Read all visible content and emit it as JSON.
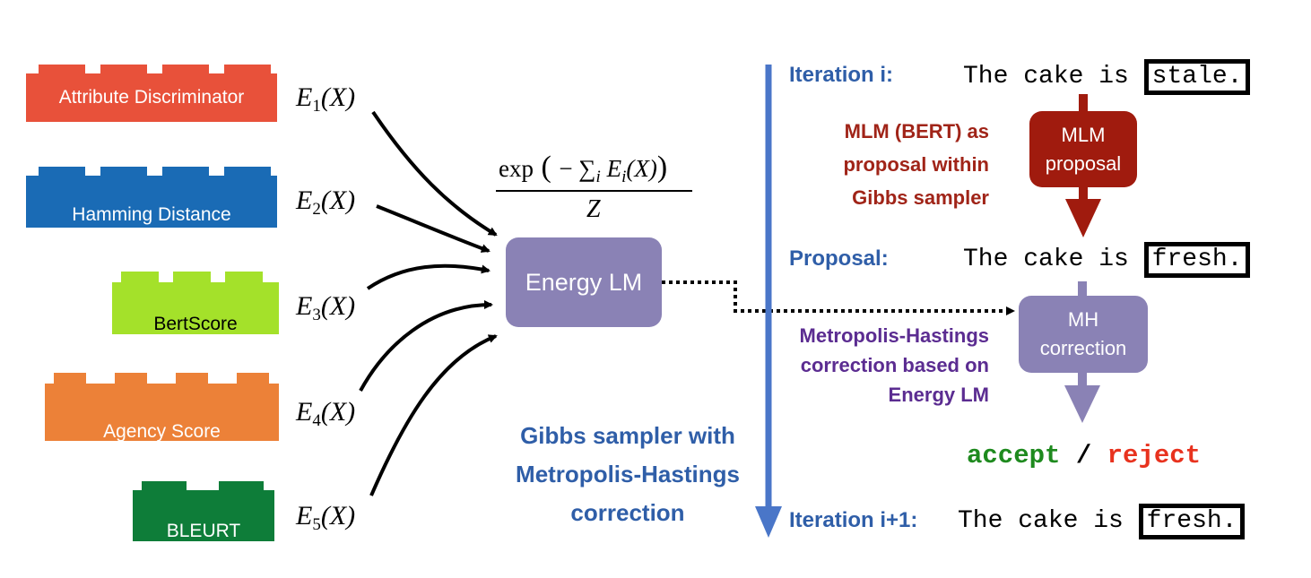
{
  "bricks": [
    {
      "label": "Attribute Discriminator",
      "color": "#e8513a"
    },
    {
      "label": "Hamming Distance",
      "color": "#1a6bb5"
    },
    {
      "label": "BertScore",
      "color": "#a4e12a"
    },
    {
      "label": "Agency Score",
      "color": "#ec8138"
    },
    {
      "label": "BLEURT",
      "color": "#0e7d39"
    }
  ],
  "energies": [
    {
      "E": "E",
      "sub": "1",
      "arg": "(X)"
    },
    {
      "E": "E",
      "sub": "2",
      "arg": "(X)"
    },
    {
      "E": "E",
      "sub": "3",
      "arg": "(X)"
    },
    {
      "E": "E",
      "sub": "4",
      "arg": "(X)"
    },
    {
      "E": "E",
      "sub": "5",
      "arg": "(X)"
    }
  ],
  "formula": {
    "numerator_pre": "exp",
    "numerator_sum": "− ∑",
    "numerator_i": "i",
    "numerator_E": "E",
    "numerator_Ei": "i",
    "numerator_arg": "(X)",
    "denominator": "Z"
  },
  "energy_lm": {
    "label": "Energy LM",
    "color": "#8a82b5"
  },
  "caption": {
    "line1": "Gibbs sampler with",
    "line2": "Metropolis-Hastings",
    "line3": "correction",
    "color": "#2f5ea8"
  },
  "iterations": {
    "iter_i": {
      "label": "Iteration i:",
      "sentence": "The cake is",
      "word": "stale."
    },
    "proposal": {
      "label": "Proposal:",
      "sentence": "The cake is",
      "word": "fresh."
    },
    "iter_next": {
      "label": "Iteration i+1:",
      "sentence": "The cake is",
      "word": "fresh."
    },
    "label_color": "#2f5ea8"
  },
  "mlm": {
    "note_line1": "MLM (BERT) as",
    "note_line2": "proposal within",
    "note_line3": "Gibbs sampler",
    "note_color": "#a02418",
    "block_line1": "MLM",
    "block_line2": "proposal",
    "block_color": "#a01b0e"
  },
  "mh": {
    "note_line1": "Metropolis-Hastings",
    "note_line2": "correction based on",
    "note_line3": "Energy LM",
    "note_color": "#5b2c91",
    "block_line1": "MH",
    "block_line2": "correction",
    "block_color": "#8a82b5"
  },
  "decision": {
    "accept": "accept",
    "sep": "/",
    "reject": "reject",
    "accept_color": "#1e8a1e",
    "reject_color": "#e8321e"
  }
}
